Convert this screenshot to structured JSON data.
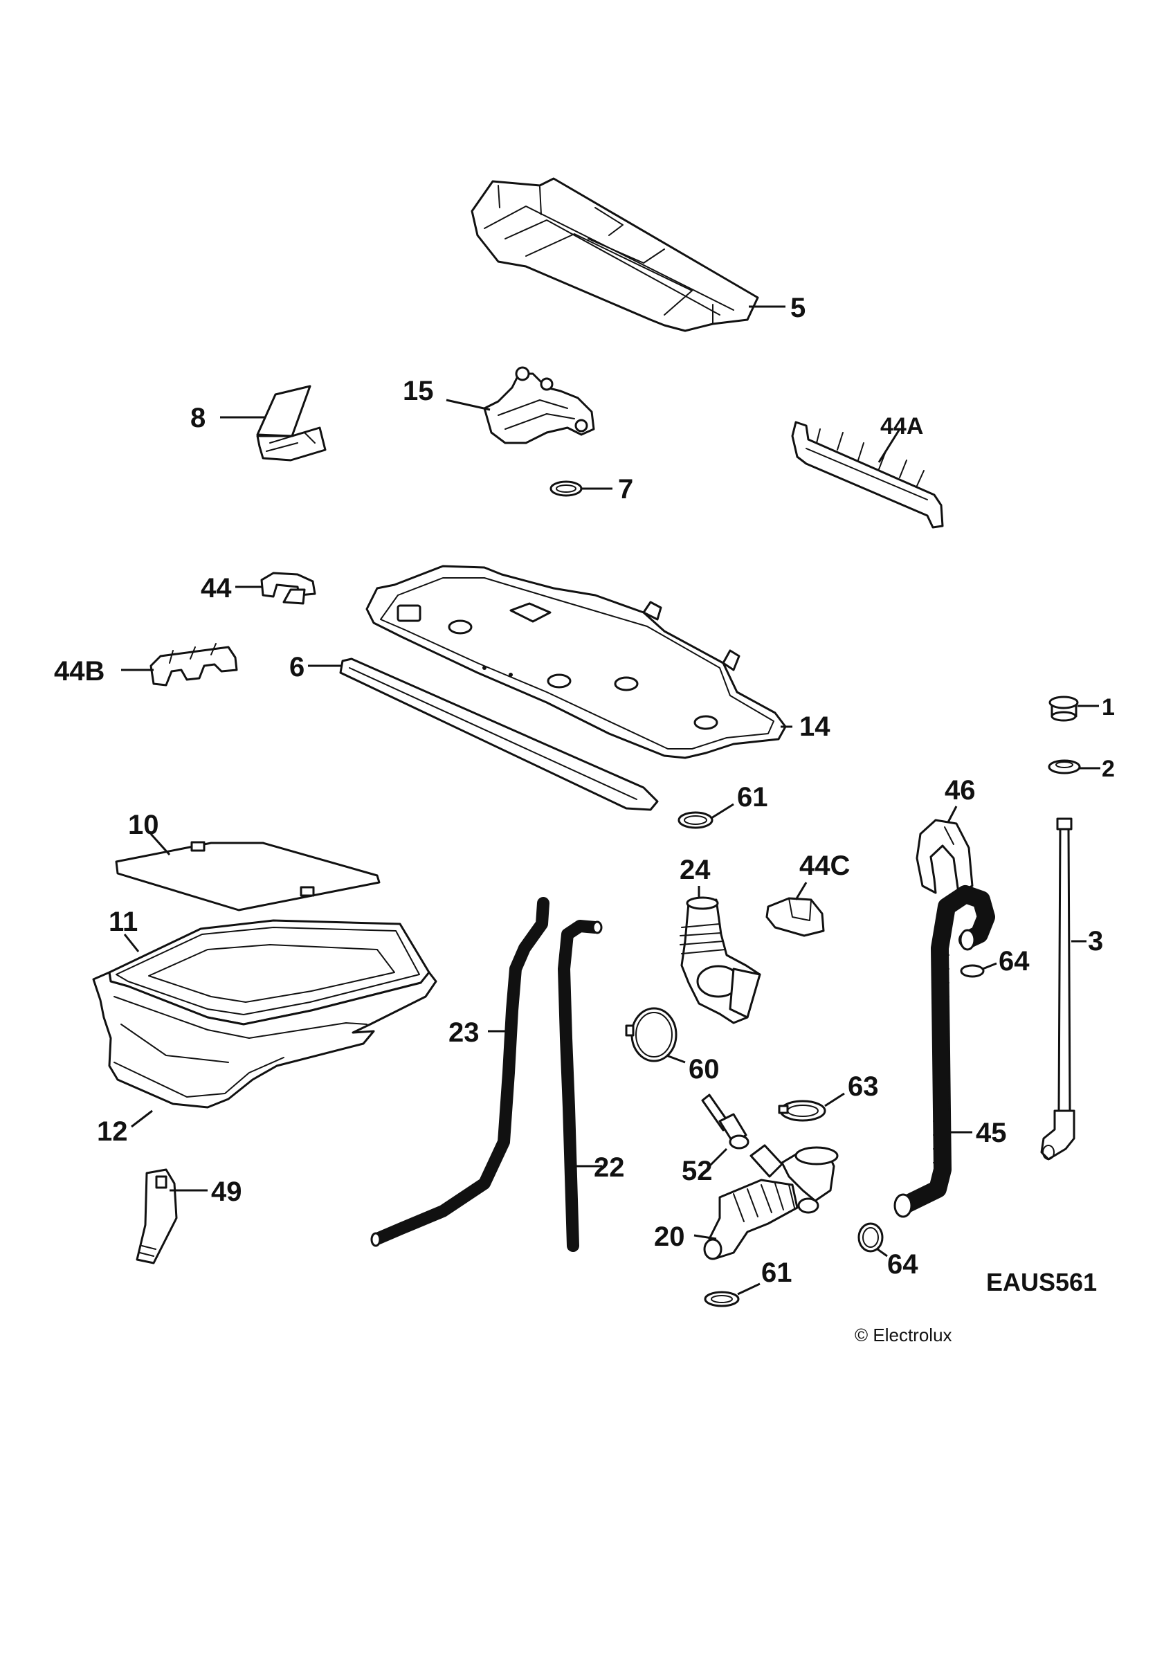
{
  "diagram": {
    "callouts": {
      "p5": "5",
      "p15": "15",
      "p8": "8",
      "p44a": "44A",
      "p7": "7",
      "p44": "44",
      "p44b": "44B",
      "p6": "6",
      "p14": "14",
      "p1": "1",
      "p2": "2",
      "p46": "46",
      "p61a": "61",
      "p10": "10",
      "p24": "24",
      "p44c": "44C",
      "p11": "11",
      "p3": "3",
      "p64a": "64",
      "p23": "23",
      "p60": "60",
      "p63": "63",
      "p12": "12",
      "p45": "45",
      "p52": "52",
      "p22": "22",
      "p49": "49",
      "p20": "20",
      "p64b": "64",
      "p61b": "61"
    },
    "diagram_code": "EAUS561",
    "copyright": "© Electrolux"
  }
}
